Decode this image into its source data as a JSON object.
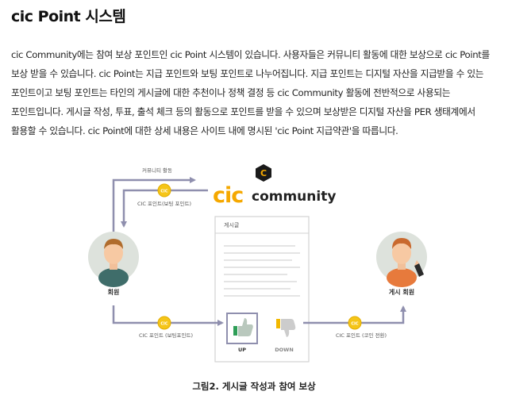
{
  "page": {
    "title": "cic Point 시스템",
    "paragraph_lines": [
      "cic Community에는 참여 보상 포인트인 cic Point 시스템이 있습니다. 사용자들은 커뮤니티 활동에 대한 보상으로 cic Point를",
      "보상 받을 수 있습니다. cic Point는 지급 포인트와 보팅 포인트로 나누어집니다. 지급 포인트는 디지털 자산을 지급받을 수 있는",
      "포인트이고 보팅 포인트는 타인의 게시글에 대한 추천이나 정책 결정 등 cic Community 활동에 전반적으로 사용되는",
      "포인트입니다. 게시글 작성, 투표, 출석 체크 등의 활동으로 포인트를 받을 수 있으며 보상받은 디지털 자산을 PER 생태계에서",
      "활용할 수 있습니다. cic Point에 대한 상세 내용은 사이트 내에 명시된 'cic Point 지급약관'을 따릅니다."
    ]
  },
  "diagram": {
    "logo_cic": "cic",
    "logo_community": "community",
    "logo_badge": "C",
    "coin_label": "CIC",
    "community_activity_label": "커뮤니티 활동",
    "top_points_label": "CIC 포인트(보팅 포인트)",
    "member_label": "회원",
    "post_title": "게시글",
    "poster_label": "게시 회원",
    "bottom_left_label": "CIC 포인트 (보팅포인트)",
    "bottom_right_label": "CIC 포인트 (코인 전환)",
    "up_label": "UP",
    "down_label": "DOWN",
    "colors": {
      "arrow": "#8f8fae",
      "coin": "#f5c518",
      "thumb_up": "#2e9e57",
      "thumb_down": "#f2b800",
      "logo_orange": "#f5a800"
    }
  },
  "caption": "그림2. 게시글 작성과 참여 보상"
}
